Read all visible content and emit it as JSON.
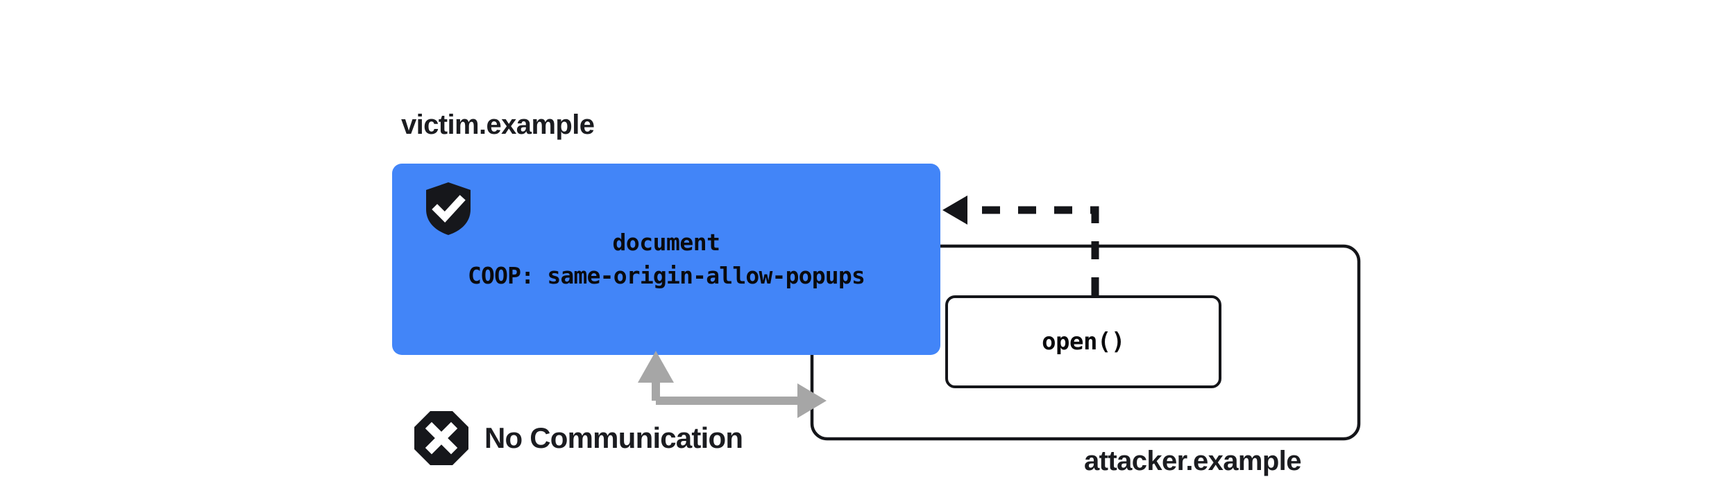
{
  "diagram": {
    "title": "COOP same-origin-allow-popups isolation",
    "colors": {
      "victim_fill": "#4285f8",
      "stroke": "#141519",
      "muted_arrow": "#a6a6a6",
      "text": "#1b1c20",
      "background": "#ffffff"
    }
  },
  "victim": {
    "origin_label": "victim.example",
    "shield_icon": "shield-check-icon",
    "document_label": "document",
    "coop_header": "COOP: same-origin-allow-popups"
  },
  "attacker": {
    "origin_label": "attacker.example",
    "popup_call_label": "open()"
  },
  "relations": {
    "open_arrow": {
      "name": "open-call-arrow",
      "style": "dashed",
      "direction": "attacker-to-victim"
    },
    "communication": {
      "label": "No Communication",
      "icon": "octagon-x-icon",
      "style": "blocked",
      "direction": "bidirectional"
    }
  }
}
